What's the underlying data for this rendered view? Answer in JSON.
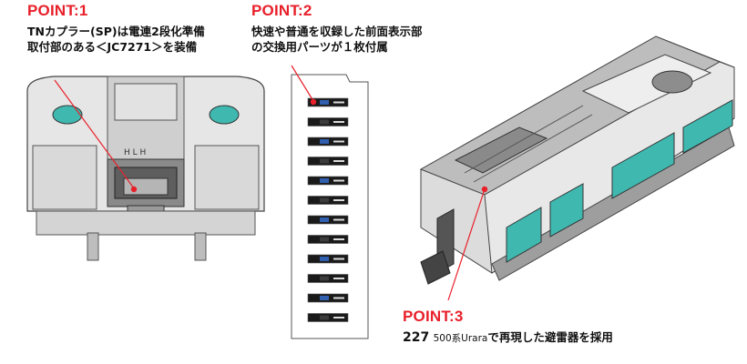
{
  "point1": {
    "title": "POINT:1",
    "line1": "TNカプラー(SP)は電連2段化準備",
    "line2": "取付部のある＜JC7271＞を装備"
  },
  "point2": {
    "title": "POINT:2",
    "line1": "快速や普通を収録した前面表示部",
    "line2": "の交換用パーツが１枚付属"
  },
  "point3": {
    "title": "POINT:3",
    "num": "227",
    "series": "500系Urara",
    "rest": "で再現した避雷器を採用"
  },
  "colors": {
    "accent": "#e8202a",
    "window": "#3fb8b0"
  }
}
